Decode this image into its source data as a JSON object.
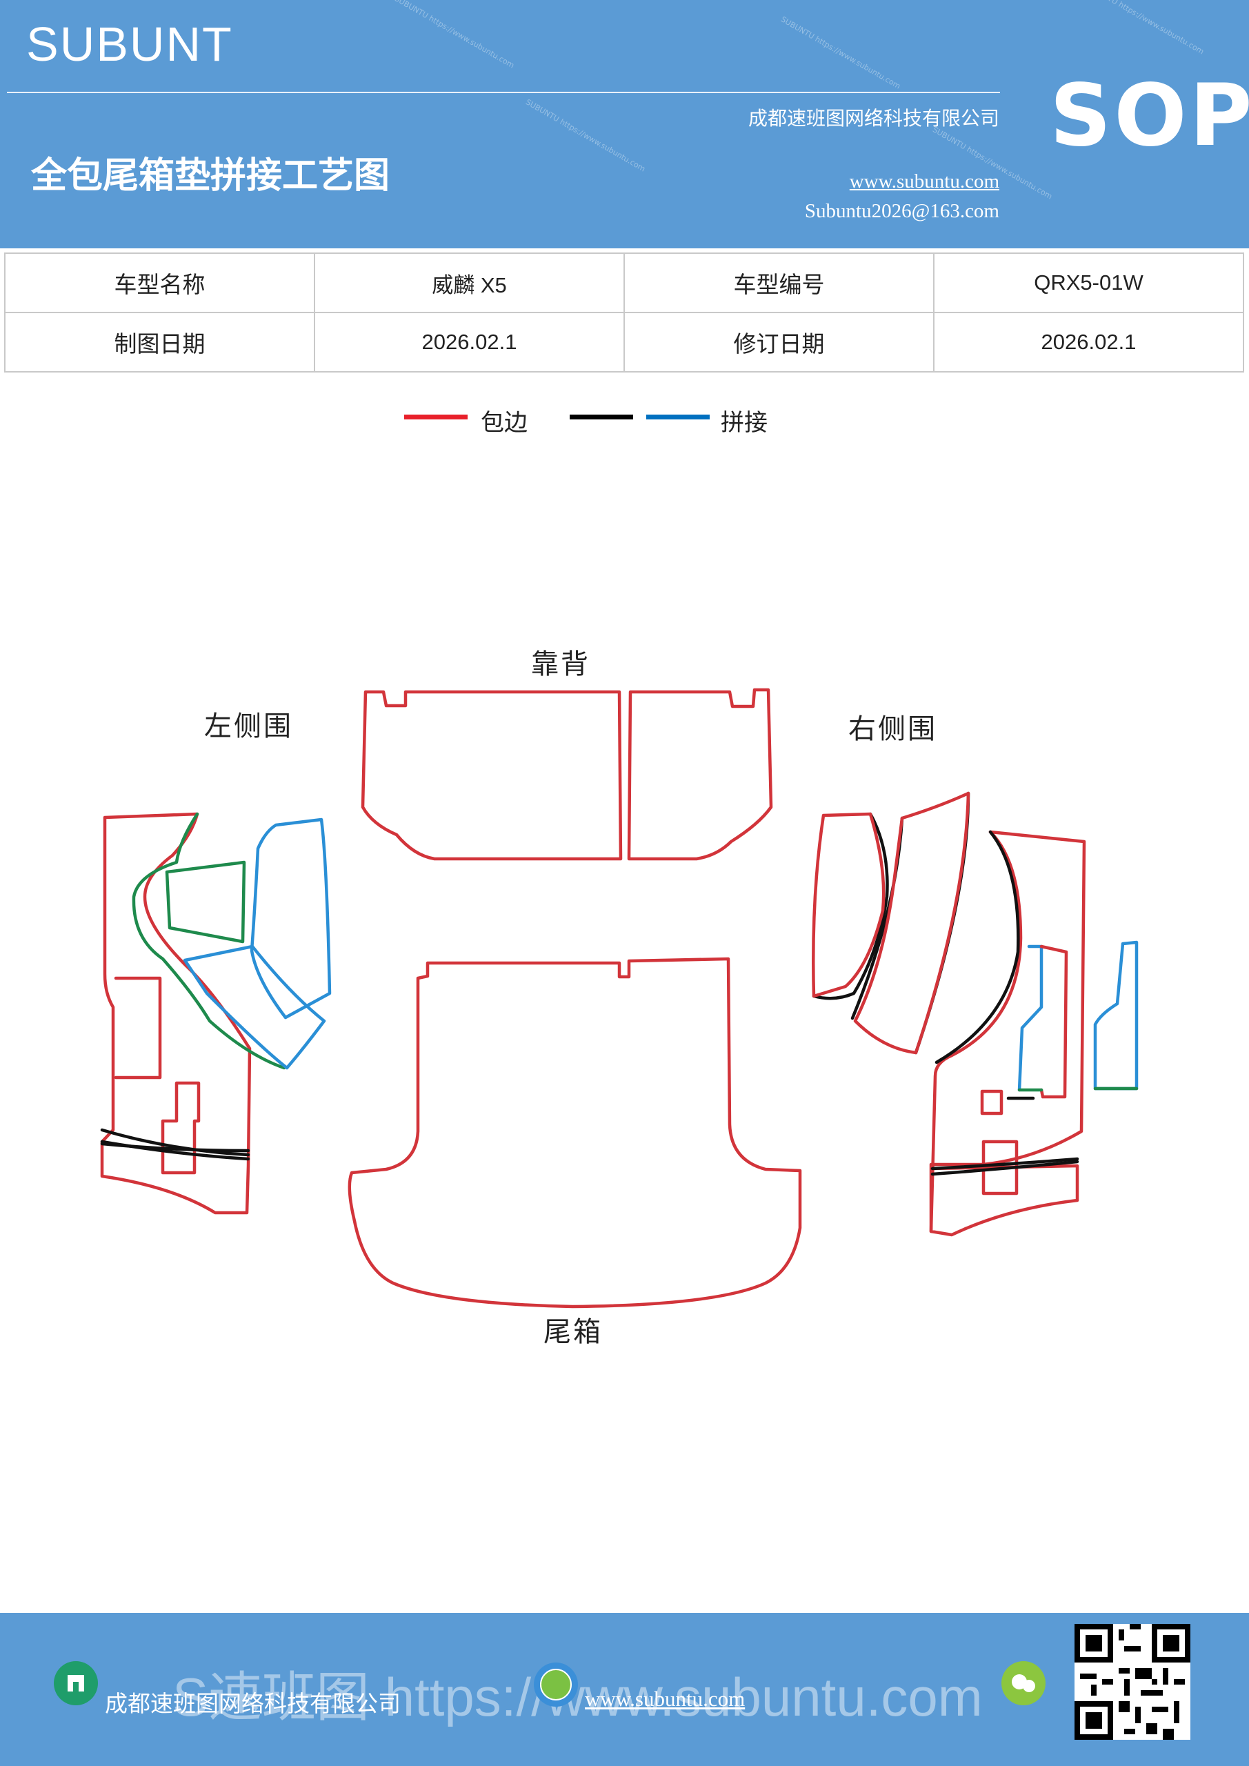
{
  "header": {
    "brand": "SUBUNT",
    "title": "全包尾箱垫拼接工艺图",
    "company": "成都速班图网络科技有限公司",
    "website": "www.subuntu.com",
    "email": "Subuntu2026@163.com",
    "badge": "SOP",
    "watermark": "SUBUNTU https://www.subuntu.com"
  },
  "info_table": {
    "rows": [
      [
        "车型名称",
        "威麟 X5",
        "车型编号",
        "QRX5-01W"
      ],
      [
        "制图日期",
        "2026.02.1",
        "修订日期",
        "2026.02.1"
      ]
    ]
  },
  "legend": {
    "items": [
      {
        "label": "包边",
        "color": "#e8202a"
      },
      {
        "label": "",
        "color": "#000000"
      },
      {
        "label": "拼接",
        "color": "#0070c0"
      }
    ]
  },
  "diagram": {
    "labels": {
      "backrest": "靠背",
      "left": "左侧围",
      "right": "右侧围",
      "trunk": "尾箱"
    },
    "colors": {
      "edge": "#d2343a",
      "splice_black": "#111111",
      "splice_blue": "#2a8fd6",
      "splice_green": "#1e8a4c"
    }
  },
  "footer": {
    "company": "成都速班图网络科技有限公司",
    "website": "www.subuntu.com",
    "watermark": "S速班图 https://www.subuntu.com",
    "icons": [
      "building-icon",
      "globe-icon",
      "wechat-icon",
      "qr-code"
    ]
  }
}
